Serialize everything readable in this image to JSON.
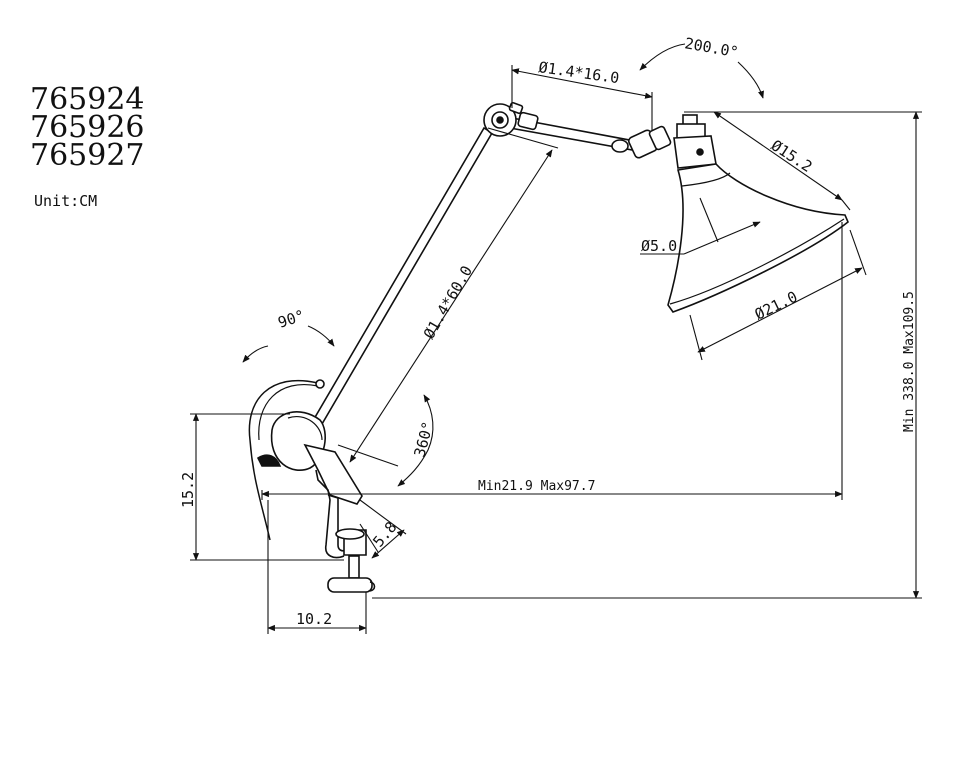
{
  "models": [
    "765924",
    "765926",
    "765927"
  ],
  "unit": "Unit:CM",
  "dimensions": {
    "upper_arm": "Ø1.4*16.0",
    "rotation_head": "200.0°",
    "shade_top": "Ø15.2",
    "shade_inner": "Ø5.0",
    "shade_bottom": "Ø21.0",
    "lower_arm": "Ø1.4*60.0",
    "tilt_base": "90°",
    "swivel": "360°",
    "reach": "Min21.9 Max97.7",
    "height": "Min 338.0 Max109.5",
    "clamp_height": "15.2",
    "clamp_gap": "5.8",
    "clamp_width": "10.2"
  }
}
